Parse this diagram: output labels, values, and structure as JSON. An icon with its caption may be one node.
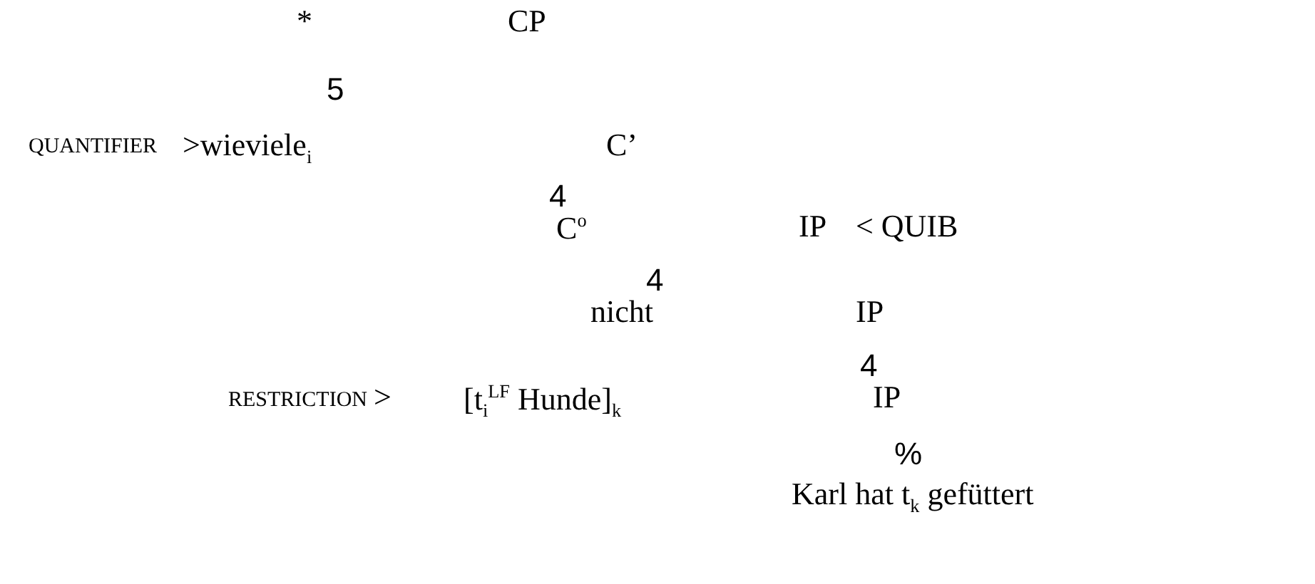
{
  "diagram": {
    "labels": [
      "*",
      "CP",
      "5",
      "QUANTIFIER",
      ">wieviele$_{i}$",
      "C’",
      "4",
      "C$^{o}$",
      "IP",
      "< QUIB",
      "4",
      "nicht",
      "IP",
      "4",
      "RESTRICTION",
      ">",
      "[t$_{i}$$^{LF}$ Hunde]$_{k}$",
      "IP",
      "%",
      "Karl hat t$_{k}$ gefüttert"
    ]
  }
}
